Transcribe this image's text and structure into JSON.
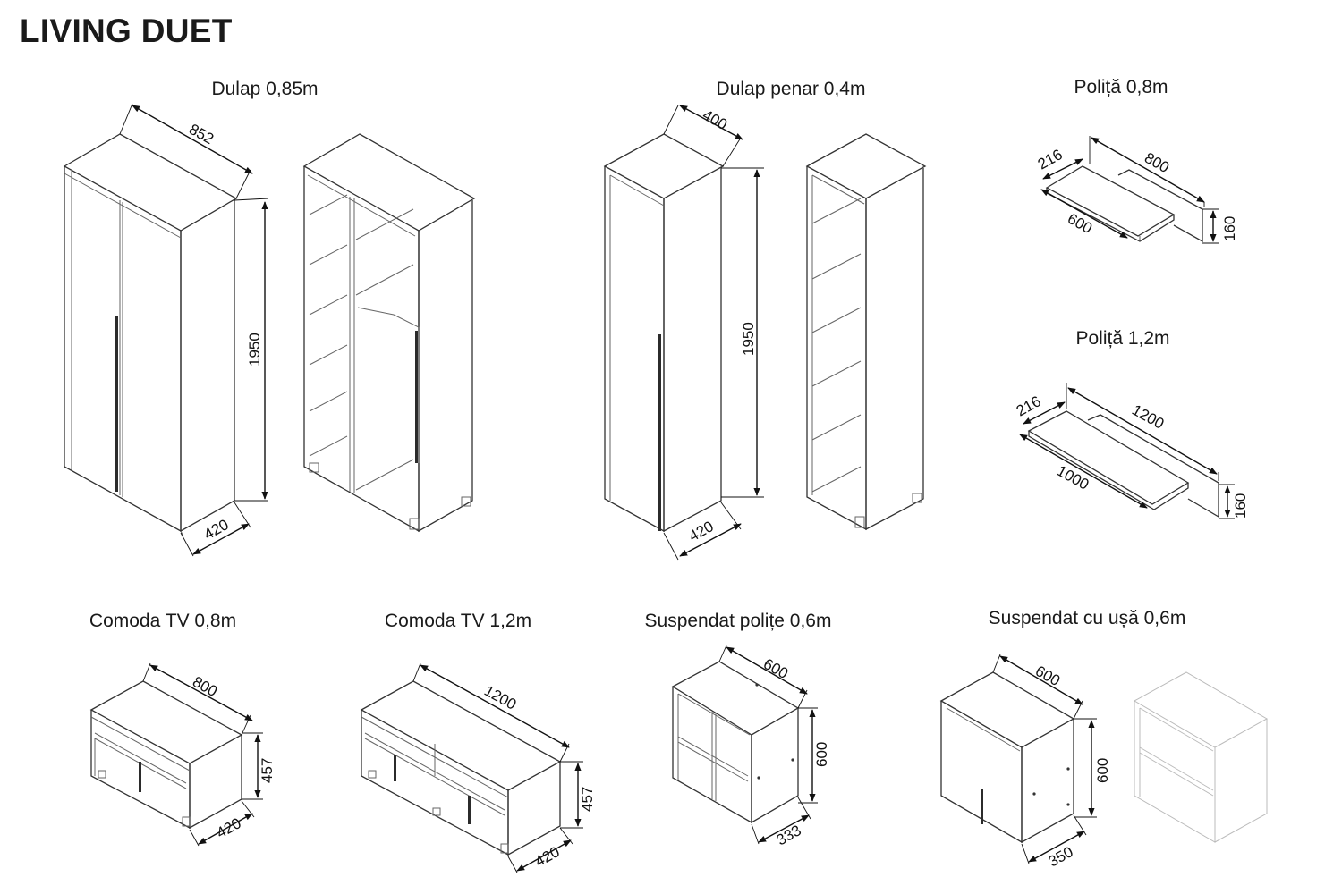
{
  "title": "LIVING DUET",
  "items": {
    "dulap_085": {
      "label": "Dulap 0,85m",
      "width": "852",
      "height": "1950",
      "depth": "420"
    },
    "dulap_penar": {
      "label": "Dulap penar 0,4m",
      "width": "400",
      "height": "1950",
      "depth": "420"
    },
    "polita_08": {
      "label": "Poliță 0,8m",
      "length": "800",
      "shelf_depth": "216",
      "shelf_length": "600",
      "height": "160"
    },
    "polita_12": {
      "label": "Poliță 1,2m",
      "length": "1200",
      "shelf_depth": "216",
      "shelf_length": "1000",
      "height": "160"
    },
    "comoda_08": {
      "label": "Comoda TV 0,8m",
      "width": "800",
      "height": "457",
      "depth": "420"
    },
    "comoda_12": {
      "label": "Comoda TV 1,2m",
      "width": "1200",
      "height": "457",
      "depth": "420"
    },
    "suspendat_polite": {
      "label": "Suspendat polițe 0,6m",
      "width": "600",
      "height": "600",
      "depth": "333"
    },
    "suspendat_usa": {
      "label": "Suspendat cu ușă 0,6m",
      "width": "600",
      "height": "600",
      "depth": "350"
    }
  }
}
